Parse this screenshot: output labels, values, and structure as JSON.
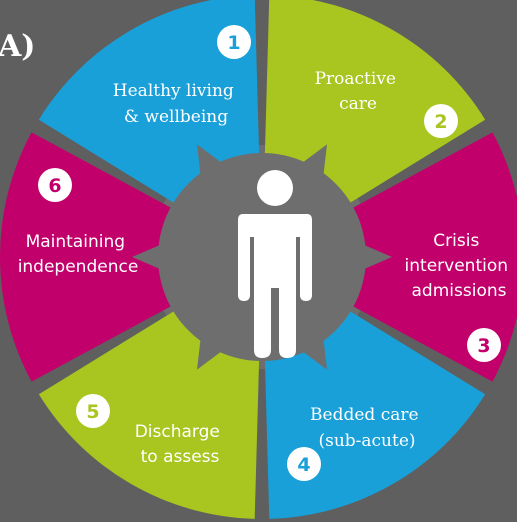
{
  "corner_label": "A)",
  "colors": {
    "background": "#5f5f5f",
    "hub": "#6e6e6e",
    "blue": "#1aa0d8",
    "green": "#a8c520",
    "magenta": "#c2006b",
    "figure": "#ffffff"
  },
  "figure_icon": "person-icon",
  "segments": [
    {
      "number": "1",
      "lines": [
        "Healthy living",
        "& wellbeing"
      ],
      "color": "#1aa0d8"
    },
    {
      "number": "2",
      "lines": [
        "Proactive",
        "care"
      ],
      "color": "#a8c520"
    },
    {
      "number": "3",
      "lines": [
        "Crisis",
        "intervention",
        "admissions"
      ],
      "color": "#c2006b"
    },
    {
      "number": "4",
      "lines": [
        "Bedded care",
        "(sub-acute)"
      ],
      "color": "#1aa0d8"
    },
    {
      "number": "5",
      "lines": [
        "Discharge",
        "to assess"
      ],
      "color": "#a8c520"
    },
    {
      "number": "6",
      "lines": [
        "Maintaining",
        "independence"
      ],
      "color": "#c2006b"
    }
  ]
}
